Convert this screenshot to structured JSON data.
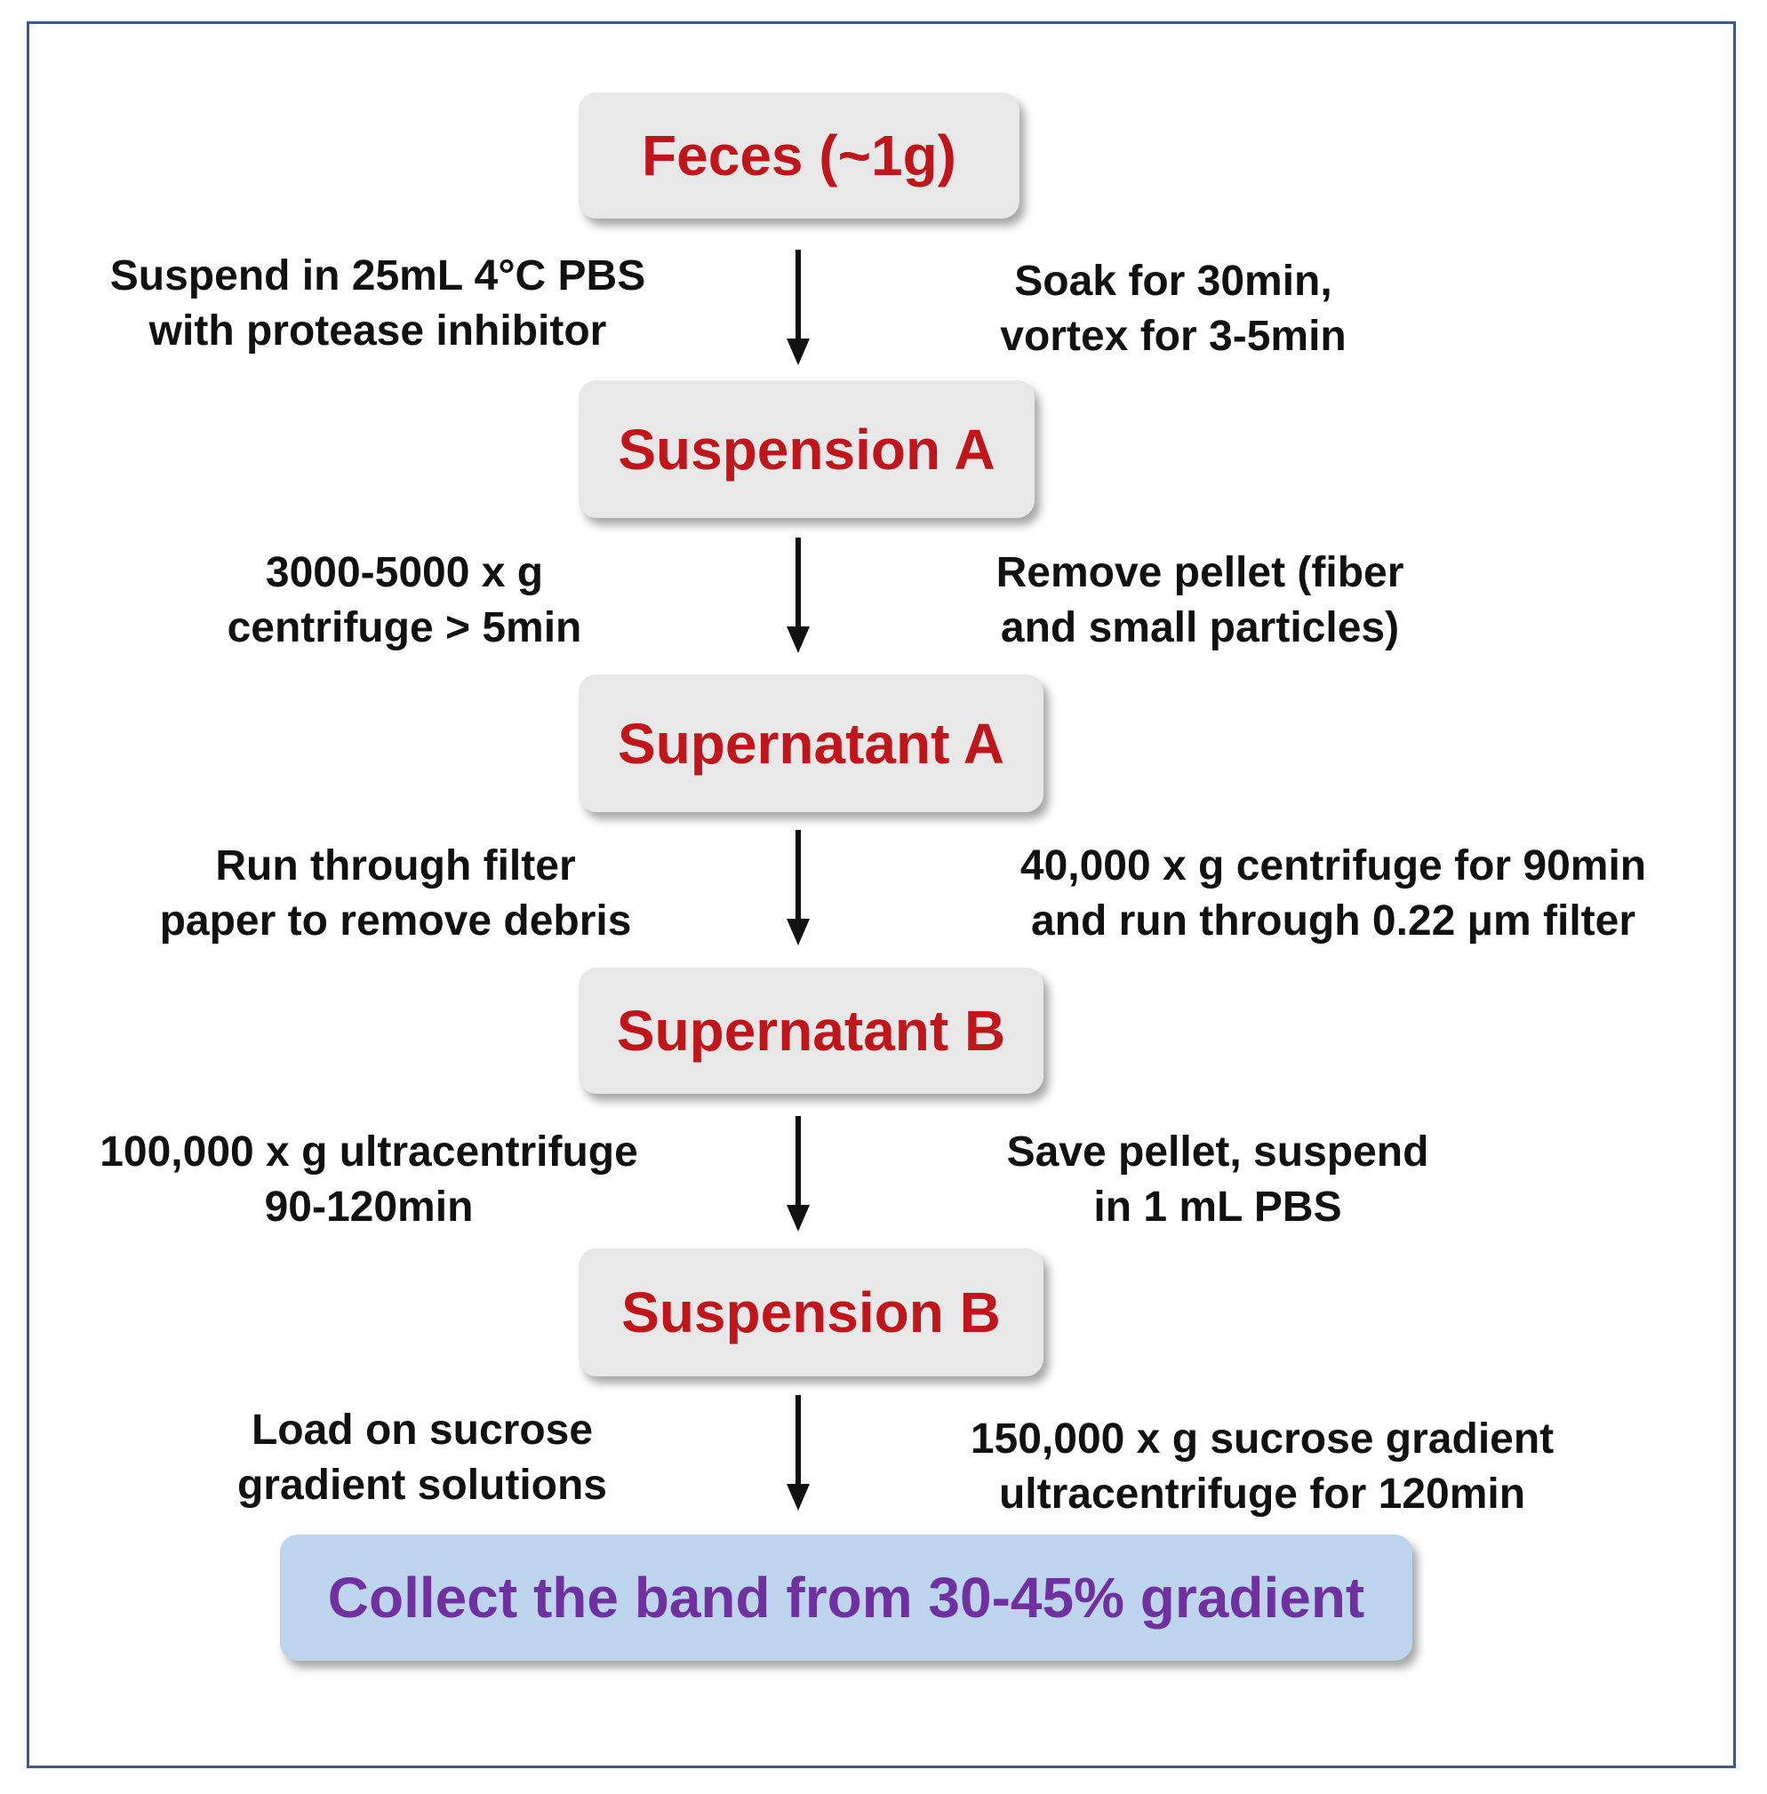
{
  "diagram": {
    "stages": [
      {
        "id": "feces",
        "label": "Feces (~1g)"
      },
      {
        "id": "suspension-a",
        "label": "Suspension A"
      },
      {
        "id": "supernatant-a",
        "label": "Supernatant A"
      },
      {
        "id": "supernatant-b",
        "label": "Supernatant B"
      },
      {
        "id": "suspension-b",
        "label": "Suspension B"
      }
    ],
    "final": {
      "label": "Collect the band from 30-45% gradient"
    },
    "steps": [
      {
        "left": [
          "Suspend in 25mL 4°C PBS",
          "with protease inhibitor"
        ],
        "right": [
          "Soak for 30min,",
          "vortex for 3-5min"
        ]
      },
      {
        "left": [
          "3000-5000 x g",
          "centrifuge > 5min"
        ],
        "right": [
          "Remove pellet (fiber",
          "and small particles)"
        ]
      },
      {
        "left": [
          "Run through filter",
          "paper to remove debris"
        ],
        "right": [
          "40,000 x g centrifuge for 90min",
          "and run through 0.22 μm filter"
        ]
      },
      {
        "left": [
          "100,000 x g ultracentrifuge",
          "90-120min"
        ],
        "right": [
          "Save pellet, suspend",
          "in 1 mL PBS"
        ]
      },
      {
        "left": [
          "Load on sucrose",
          "gradient solutions"
        ],
        "right": [
          "150,000 x g sucrose gradient",
          "ultracentrifuge for 120min"
        ]
      }
    ],
    "colors": {
      "stage_text": "#c0161b",
      "stage_fill": "#e8e8e8",
      "final_text": "#7030a0",
      "final_fill": "#bdd6ee",
      "frame": "#3f5a8a",
      "arrow": "#111111"
    }
  }
}
